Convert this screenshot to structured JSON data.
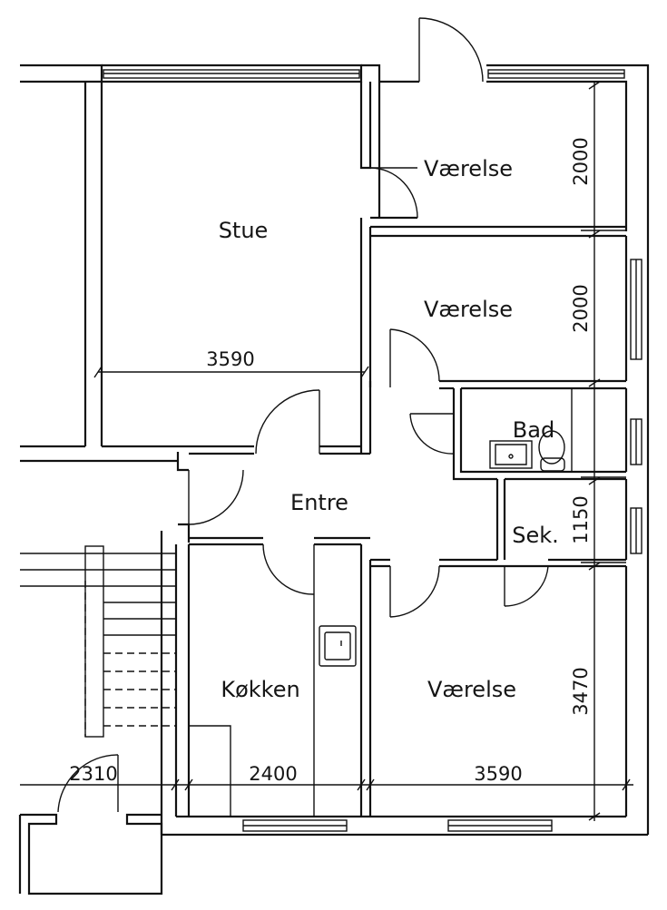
{
  "plan": {
    "rooms": {
      "stue": "Stue",
      "vaerelse_top": "Værelse",
      "vaerelse_mid": "Værelse",
      "vaerelse_bottom": "Værelse",
      "bad": "Bad",
      "entre": "Entre",
      "sek": "Sek.",
      "kokken": "Køkken"
    },
    "dimensions": {
      "stue_width": "3590",
      "vaerelse_top_depth": "2000",
      "vaerelse_mid_depth": "2000",
      "sek_depth": "1150",
      "vaerelse_bottom_depth": "3470",
      "stair_width": "2310",
      "kokken_width": "2400",
      "vaerelse_bottom_width": "3590"
    }
  }
}
